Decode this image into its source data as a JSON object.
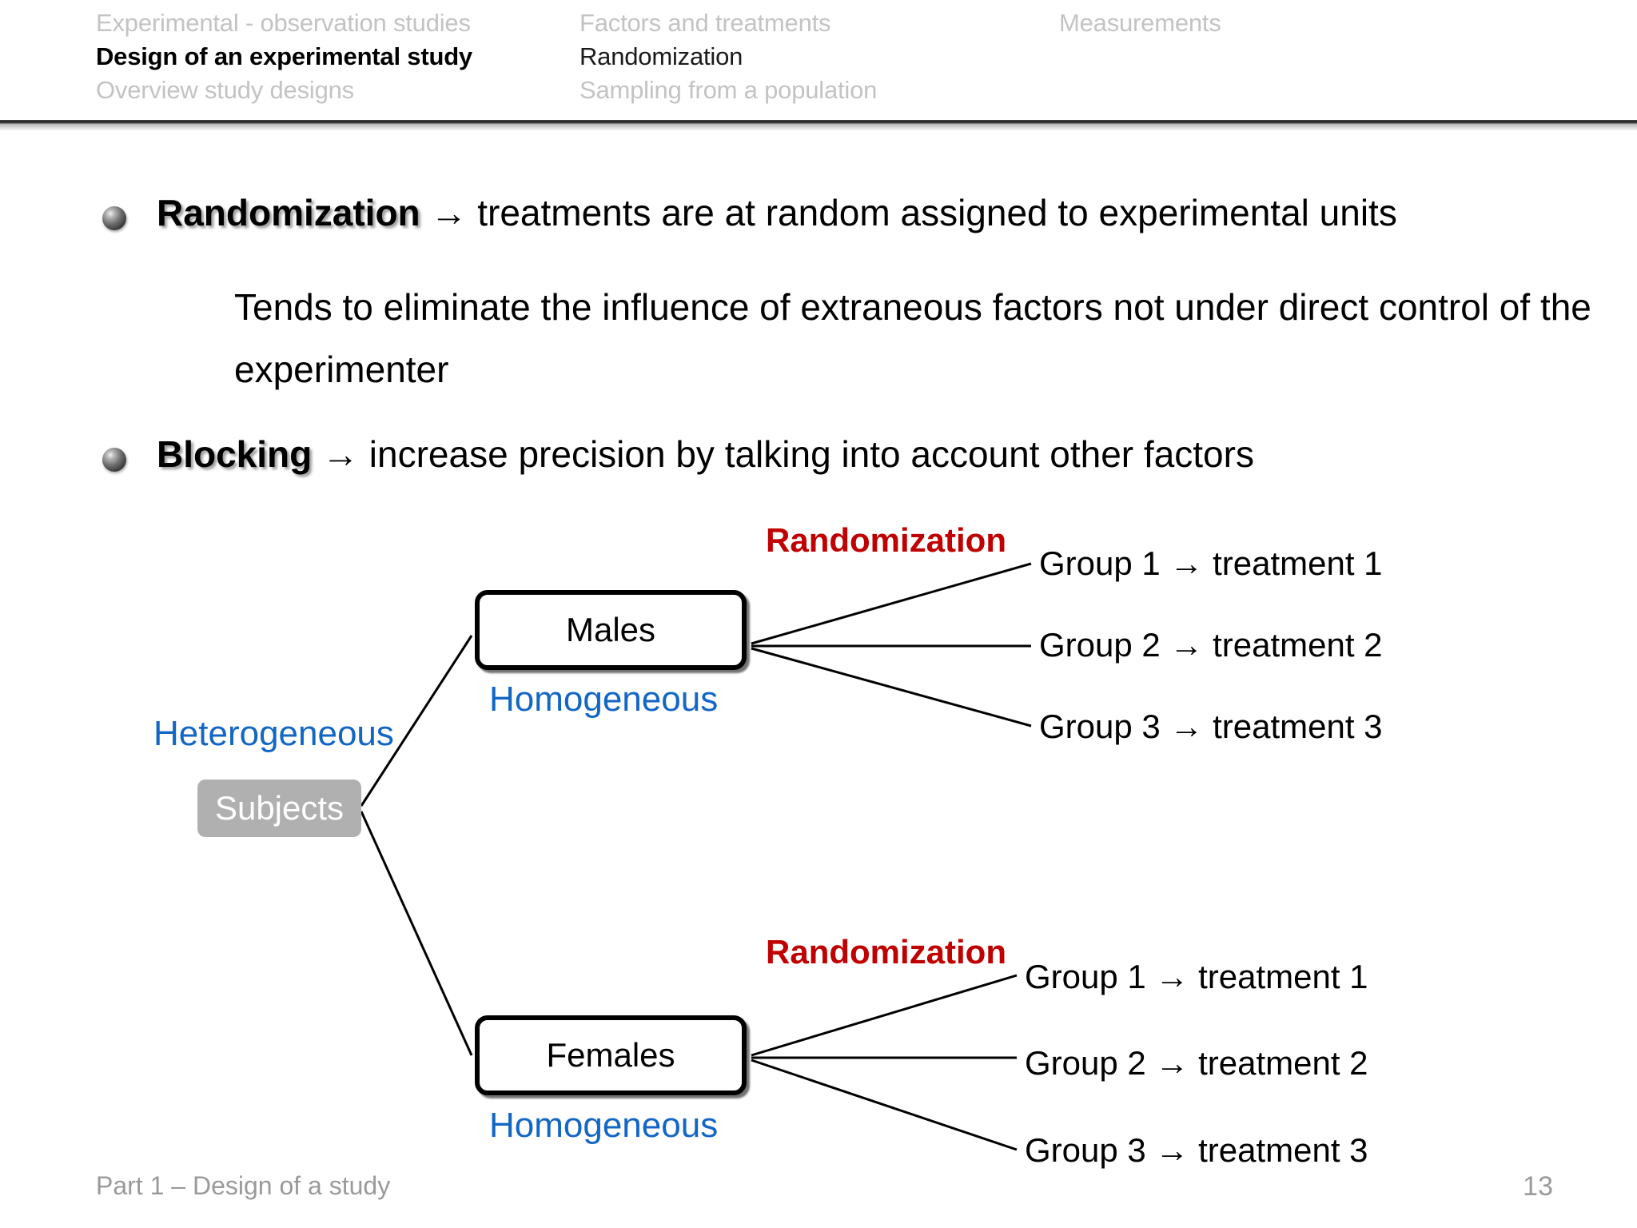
{
  "header": {
    "columns": [
      {
        "lines": [
          {
            "text": "Experimental - observation studies",
            "state": "dim"
          },
          {
            "text": "Design of an experimental study",
            "state": "active"
          },
          {
            "text": "Overview study designs",
            "state": "dim"
          }
        ]
      },
      {
        "lines": [
          {
            "text": "Factors and treatments",
            "state": "dim"
          },
          {
            "text": "Randomization",
            "state": "plain"
          },
          {
            "text": "Sampling from a population",
            "state": "dim"
          }
        ]
      },
      {
        "lines": [
          {
            "text": "Measurements",
            "state": "dim"
          }
        ]
      }
    ]
  },
  "body": {
    "bullet1": {
      "lead": "Randomization",
      "rest": " → treatments are at random assigned to experimental units"
    },
    "paragraph1": "Tends to eliminate the influence of extraneous factors not under direct control of the experimenter",
    "bullet2": {
      "lead": "Blocking",
      "rest": " → increase precision by talking into account other factors"
    }
  },
  "diagram": {
    "root_node": "Subjects",
    "root_label": "Heterogeneous",
    "branches": [
      {
        "node": "Males",
        "node_label": "Homogeneous",
        "randomization_label": "Randomization",
        "groups": [
          "Group 1 → treatment 1",
          "Group 2 → treatment 2",
          "Group 3 → treatment 3"
        ]
      },
      {
        "node": "Females",
        "node_label": "Homogeneous",
        "randomization_label": "Randomization",
        "groups": [
          "Group 1 → treatment 1",
          "Group 2 → treatment 2",
          "Group 3 → treatment 3"
        ]
      }
    ]
  },
  "footer": {
    "left": "Part 1 – Design of a study",
    "page": "13"
  },
  "colors": {
    "dim_text": "#c3c3c3",
    "accent_blue": "#1266c4",
    "accent_red": "#c00000",
    "subjects_box": "#b0b0b0",
    "footer_text": "#9a9a9a"
  }
}
